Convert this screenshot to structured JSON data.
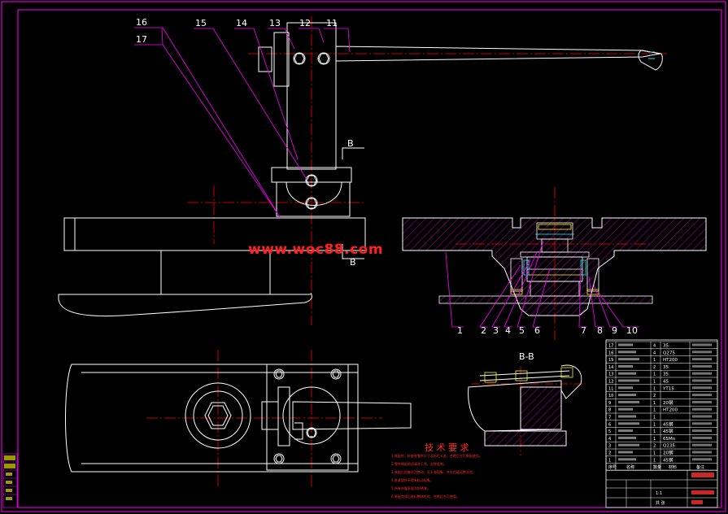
{
  "watermark": "www.woc88.com",
  "callouts_top": [
    "16",
    "17",
    "15",
    "14",
    "13",
    "12",
    "11"
  ],
  "callouts_section": [
    "1",
    "2",
    "3",
    "4",
    "5",
    "6",
    "7",
    "8",
    "9",
    "10"
  ],
  "section_marks": {
    "b_upper": "B",
    "b_lower": "B",
    "bb": "B-B"
  },
  "tech_requirements": {
    "title": "技 术 要 求",
    "lines": [
      "1.装配时，检查各零件尺寸及形位公差，合格后方可装配使用。",
      "2.零件装配前须清洗干净，去除毛刺。",
      "3.装配后应能灵活转动，无卡滞现象，并作空载运转试验。",
      "4.各紧固件不得有松动现象。",
      "5.所有外露表面涂防锈漆。",
      "6.装配完成后进行整体检验，合格后方可使用。"
    ]
  },
  "bom": {
    "rows": [
      {
        "no": "17",
        "name": "",
        "qty": "4",
        "material": "35",
        "std": ""
      },
      {
        "no": "16",
        "name": "",
        "qty": "4",
        "material": "Q275",
        "std": ""
      },
      {
        "no": "15",
        "name": "",
        "qty": "1",
        "material": "HT200",
        "std": ""
      },
      {
        "no": "14",
        "name": "",
        "qty": "2",
        "material": "35",
        "std": ""
      },
      {
        "no": "13",
        "name": "",
        "qty": "1",
        "material": "35",
        "std": ""
      },
      {
        "no": "12",
        "name": "",
        "qty": "1",
        "material": "45",
        "std": ""
      },
      {
        "no": "11",
        "name": "",
        "qty": "1",
        "material": "YT15",
        "std": ""
      },
      {
        "no": "10",
        "name": "",
        "qty": "2",
        "material": "",
        "std": ""
      },
      {
        "no": "9",
        "name": "",
        "qty": "1",
        "material": "20钢",
        "std": ""
      },
      {
        "no": "8",
        "name": "",
        "qty": "1",
        "material": "HT200",
        "std": ""
      },
      {
        "no": "7",
        "name": "",
        "qty": "1",
        "material": "",
        "std": ""
      },
      {
        "no": "6",
        "name": "",
        "qty": "1",
        "material": "45钢",
        "std": ""
      },
      {
        "no": "5",
        "name": "",
        "qty": "1",
        "material": "45钢",
        "std": ""
      },
      {
        "no": "4",
        "name": "",
        "qty": "1",
        "material": "65Mn",
        "std": ""
      },
      {
        "no": "3",
        "name": "",
        "qty": "2",
        "material": "Q235",
        "std": ""
      },
      {
        "no": "2",
        "name": "",
        "qty": "1",
        "material": "20钢",
        "std": ""
      },
      {
        "no": "1",
        "name": "",
        "qty": "1",
        "material": "45钢",
        "std": ""
      }
    ],
    "header": [
      "序号",
      "名称",
      "数量",
      "材料",
      "备注"
    ]
  },
  "title_block": {
    "scale": "1:1",
    "sheet": "共 张"
  },
  "colors": {
    "background": "#000000",
    "frame": "#ff00ff",
    "center": "#ff0000",
    "hatch": "#ff00ff",
    "part": "#ffffff",
    "cyan": "#00ffff",
    "yellow": "#ffff00"
  }
}
